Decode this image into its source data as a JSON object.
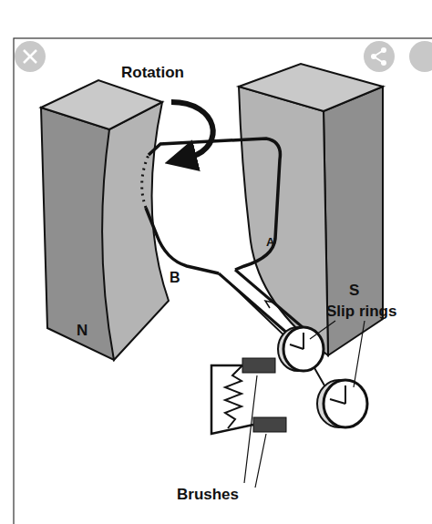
{
  "diagram": {
    "nodes": [
      {
        "text": [
          "N"
        ]
      },
      {
        "text": [
          "S"
        ]
      }
    ],
    "labels": [
      "Rotation",
      "B",
      "A",
      "Slip rings",
      "Brushes"
    ]
  }
}
